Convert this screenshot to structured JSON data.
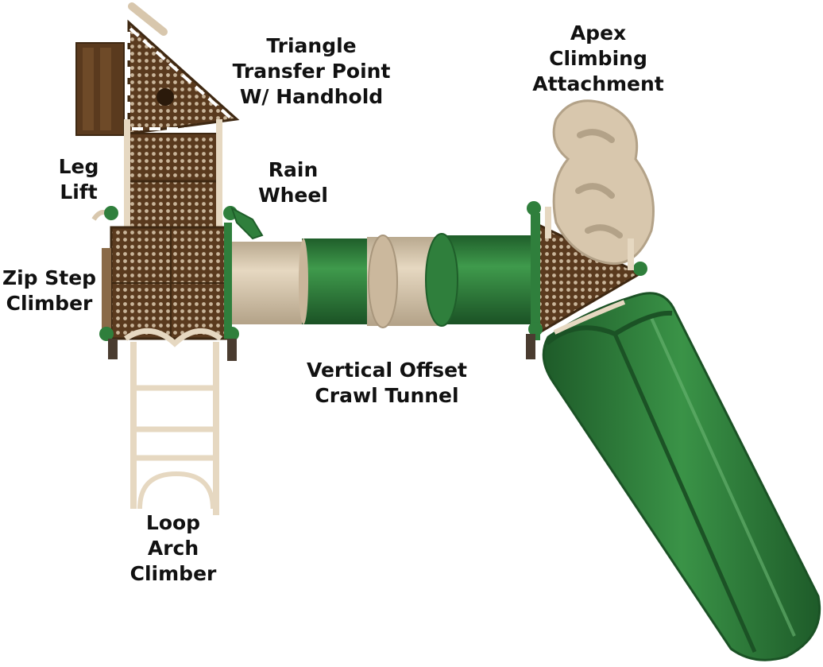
{
  "colors": {
    "deck_brown": "#5a3a1e",
    "deck_dot": "#c9b59a",
    "tan": "#d8c7ad",
    "green": "#2f7f3c",
    "green_dark": "#1f5e2a",
    "label": "#111111"
  },
  "callouts": {
    "triangle": {
      "line1": "Triangle",
      "line2": "Transfer Point",
      "line3": "W/ Handhold"
    },
    "apex": {
      "line1": "Apex",
      "line2": "Climbing",
      "line3": "Attachment"
    },
    "leg_lift": {
      "line1": "Leg",
      "line2": "Lift"
    },
    "rain_wheel": {
      "line1": "Rain",
      "line2": "Wheel"
    },
    "zip_step": {
      "line1": "Zip Step",
      "line2": "Climber"
    },
    "tunnel": {
      "line1": "Vertical Offset",
      "line2": "Crawl Tunnel"
    },
    "loop_arch": {
      "line1": "Loop",
      "line2": "Arch",
      "line3": "Climber"
    }
  }
}
